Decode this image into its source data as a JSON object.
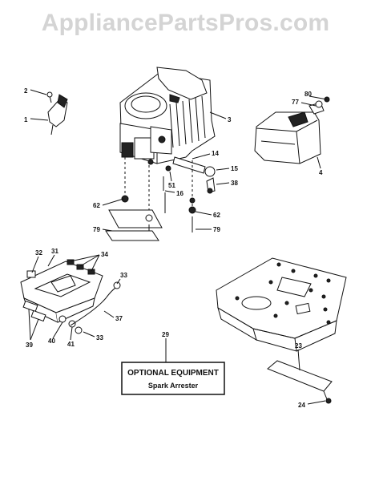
{
  "watermark": "AppliancePartsPros.com",
  "callouts": {
    "c1": "1",
    "c2": "2",
    "c3": "3",
    "c4": "4",
    "c14": "14",
    "c15": "15",
    "c16": "16",
    "c23": "23",
    "c24": "24",
    "c29": "29",
    "c31": "31",
    "c32": "32",
    "c33a": "33",
    "c33b": "33",
    "c34": "34",
    "c37": "37",
    "c38": "38",
    "c39": "39",
    "c40": "40",
    "c41": "41",
    "c51": "51",
    "c62a": "62",
    "c62b": "62",
    "c77": "77",
    "c79a": "79",
    "c79b": "79",
    "c80": "80"
  },
  "optional_box": {
    "title": "OPTIONAL EQUIPMENT",
    "subtitle": "Spark Arrester"
  }
}
